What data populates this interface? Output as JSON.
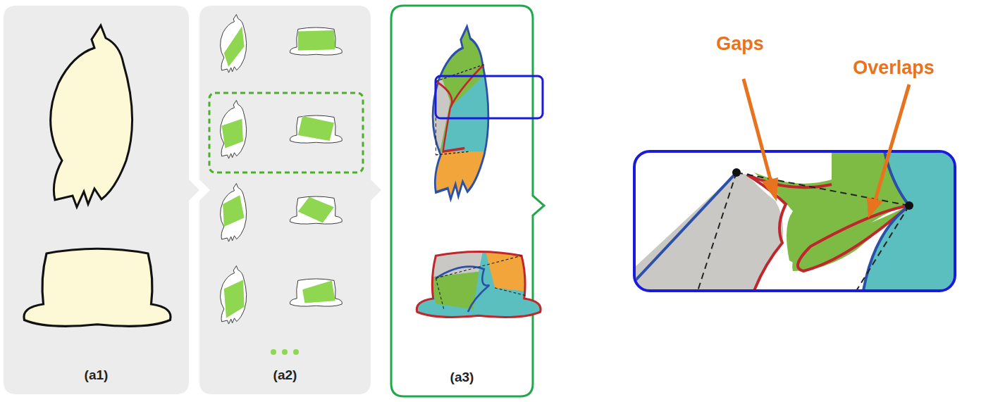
{
  "diagram": {
    "nodes": [
      {
        "text": [
          "(a1)"
        ]
      },
      {
        "text": [
          "(a2)"
        ]
      },
      {
        "text": [
          "(a3)"
        ]
      }
    ],
    "labels": [
      "Gaps",
      "Overlaps"
    ]
  }
}
